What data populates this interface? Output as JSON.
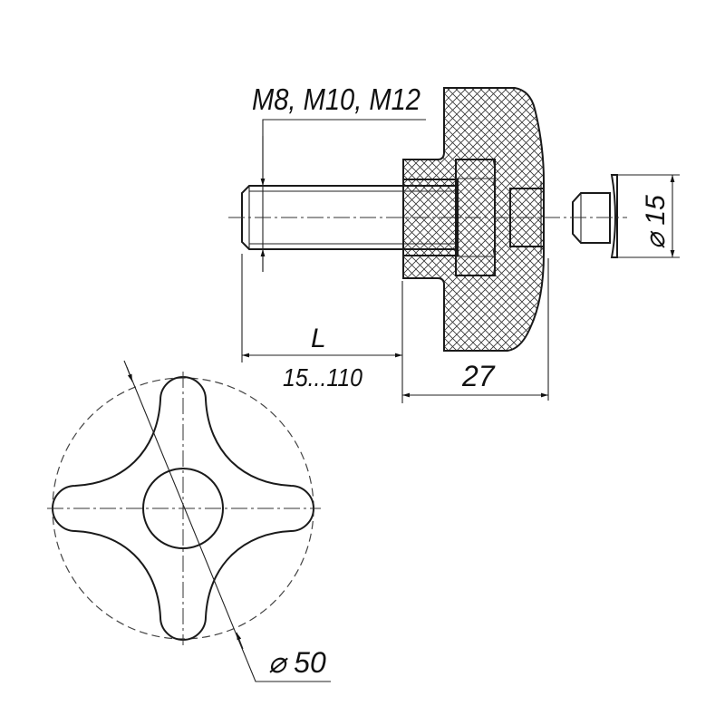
{
  "labels": {
    "thread": "M8, M10, M12",
    "length_symbol": "L",
    "length_range": "15...110",
    "knob_depth": "27",
    "cap_diameter": "⌀ 15",
    "knob_diameter": "⌀ 50"
  },
  "colors": {
    "line": "#1a1a1a",
    "background": "#ffffff"
  }
}
